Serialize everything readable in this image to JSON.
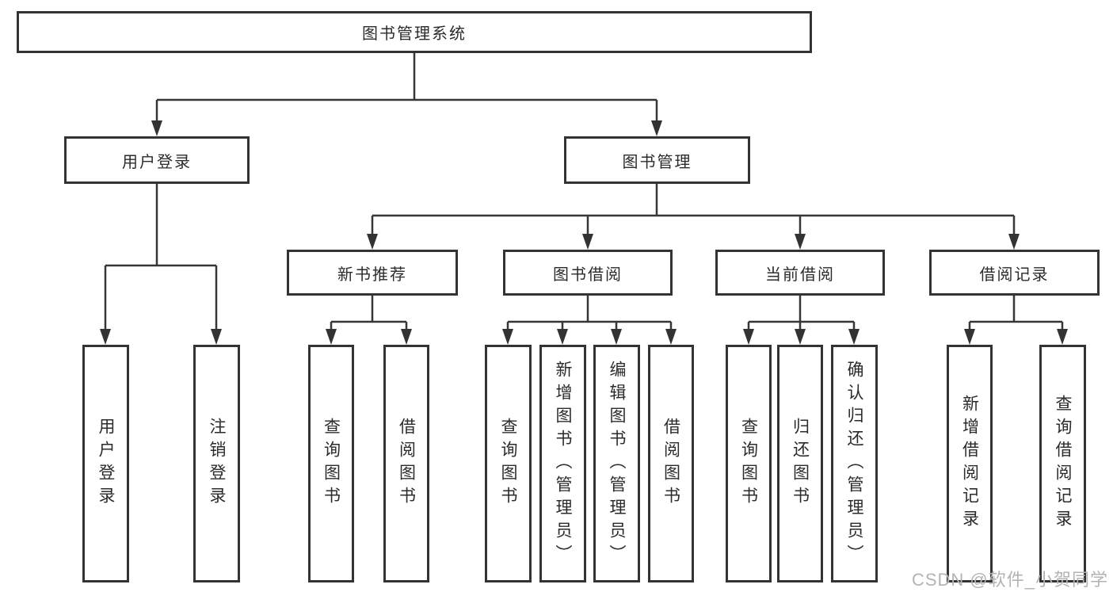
{
  "watermark": "CSDN @软件_小贺同学",
  "colors": {
    "line": "#363636",
    "box_border": "#333333",
    "box_background": "#ffffff",
    "text": "#2b2b2b",
    "watermark_text": "#b3b3b3"
  },
  "tree": {
    "label": "图书管理系统",
    "children": [
      {
        "label": "用户登录",
        "children": [
          {
            "label": "用户登录"
          },
          {
            "label": "注销登录"
          }
        ]
      },
      {
        "label": "图书管理",
        "children": [
          {
            "label": "新书推荐",
            "children": [
              {
                "label": "查询图书"
              },
              {
                "label": "借阅图书"
              }
            ]
          },
          {
            "label": "图书借阅",
            "children": [
              {
                "label": "查询图书"
              },
              {
                "label": "新增图书（管理员）"
              },
              {
                "label": "编辑图书（管理员）"
              },
              {
                "label": "借阅图书"
              }
            ]
          },
          {
            "label": "当前借阅",
            "children": [
              {
                "label": "查询图书"
              },
              {
                "label": "归还图书"
              },
              {
                "label": "确认归还（管理员）"
              }
            ]
          },
          {
            "label": "借阅记录",
            "children": [
              {
                "label": "新增借阅记录"
              },
              {
                "label": "查询借阅记录"
              }
            ]
          }
        ]
      }
    ]
  }
}
